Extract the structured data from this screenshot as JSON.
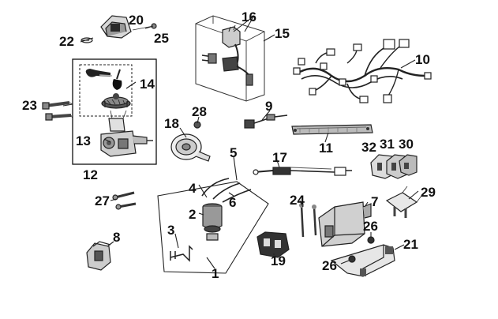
{
  "callouts": {
    "c1": "1",
    "c2": "2",
    "c3": "3",
    "c4": "4",
    "c5": "5",
    "c6": "6",
    "c7": "7",
    "c8": "8",
    "c9": "9",
    "c10": "10",
    "c11": "11",
    "c12": "12",
    "c13": "13",
    "c14": "14",
    "c15": "15",
    "c16": "16",
    "c17": "17",
    "c18": "18",
    "c19": "19",
    "c20": "20",
    "c21": "21",
    "c22": "22",
    "c23": "23",
    "c24": "24",
    "c25": "25",
    "c26a": "26",
    "c26b": "26",
    "c27": "27",
    "c28": "28",
    "c29": "29",
    "c30": "30",
    "c31": "31",
    "c32": "32"
  }
}
